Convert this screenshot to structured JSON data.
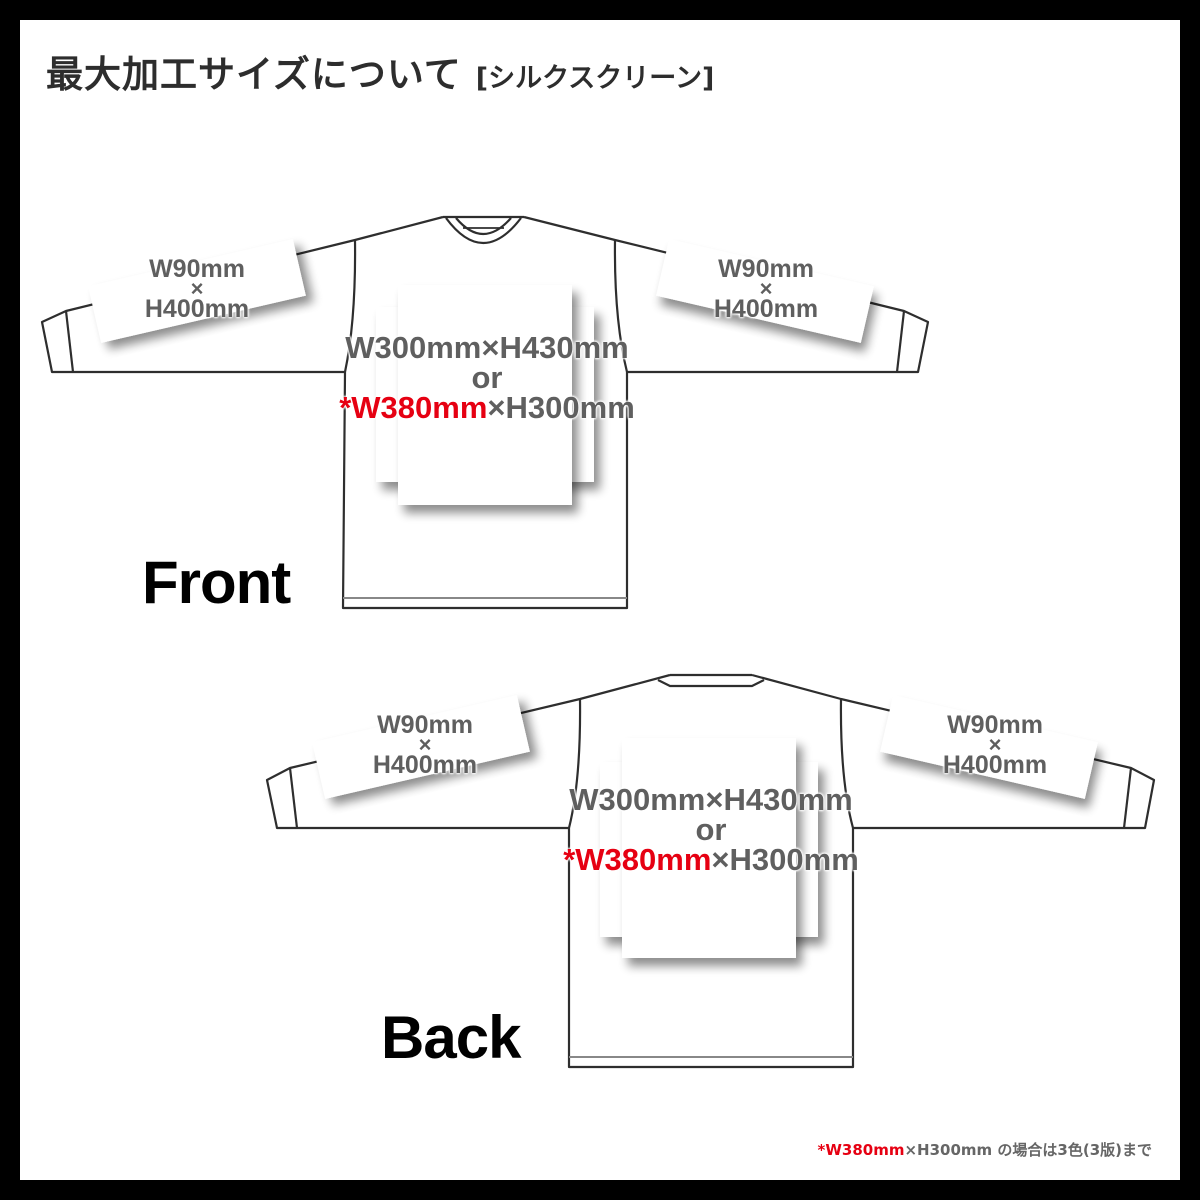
{
  "title": {
    "main": "最大加工サイズについて",
    "method": "[シルクスクリーン]"
  },
  "colors": {
    "frame": "#000000",
    "text_gray": "#5f5f5f",
    "accent_red": "#e60012",
    "outline": "#2e2e2e"
  },
  "front": {
    "view_label": "Front",
    "left_sleeve": {
      "width": "W90mm",
      "times": "×",
      "height": "H400mm"
    },
    "right_sleeve": {
      "width": "W90mm",
      "times": "×",
      "height": "H400mm"
    },
    "body": {
      "option1": "W300mm×H430mm",
      "or": "or",
      "option2_highlight": "*W380mm",
      "option2_rest": "×H300mm"
    }
  },
  "back": {
    "view_label": "Back",
    "left_sleeve": {
      "width": "W90mm",
      "times": "×",
      "height": "H400mm"
    },
    "right_sleeve": {
      "width": "W90mm",
      "times": "×",
      "height": "H400mm"
    },
    "body": {
      "option1": "W300mm×H430mm",
      "or": "or",
      "option2_highlight": "*W380mm",
      "option2_rest": "×H300mm"
    }
  },
  "footnote": {
    "highlight": "*W380mm",
    "rest": "×H300mm の場合は3色(3版)まで"
  }
}
